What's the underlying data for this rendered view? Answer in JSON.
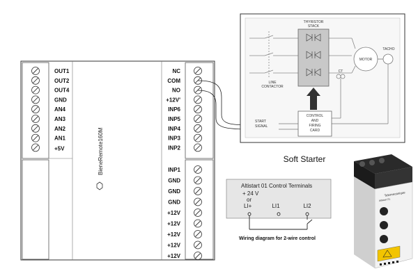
{
  "controller": {
    "brand_label": "BieneRemote160M",
    "left_upper_labels": [
      "OUT1",
      "OUT2",
      "OUT4",
      "GND",
      "AN4",
      "AN3",
      "AN2",
      "AN1",
      "+5V"
    ],
    "right_upper_labels": [
      "NC",
      "COM",
      "NO",
      "+12V'",
      "INP6",
      "INP5",
      "INP4",
      "INP3",
      "INP2"
    ],
    "right_lower_labels": [
      "INP1",
      "GND",
      "GND",
      "GND",
      "+12V",
      "+12V",
      "+12V",
      "+12V",
      "+12V"
    ]
  },
  "schematic": {
    "thyristor_label": [
      "THYRISTOR",
      "STACK"
    ],
    "motor_label": "MOTOR",
    "tacho_label": "TACHO",
    "line_contactor_label": [
      "LINE",
      "CONTACTOR"
    ],
    "ct_label": "CT",
    "start_signal_label": [
      "START",
      "SIGNAL"
    ],
    "control_card_label": [
      "CONTROL",
      "AND",
      "FIRING",
      "CARD"
    ],
    "caption": "Soft Starter"
  },
  "wiring": {
    "header": "Altistart 01 Control Terminals",
    "voltage_label": "+ 24 V",
    "or_label": "or",
    "terminals": [
      "LI+",
      "LI1",
      "LI2"
    ],
    "caption": "Wiring diagram for 2-wire control"
  },
  "device": {
    "brand": "Telemecanique",
    "model": "Altistart 01"
  }
}
